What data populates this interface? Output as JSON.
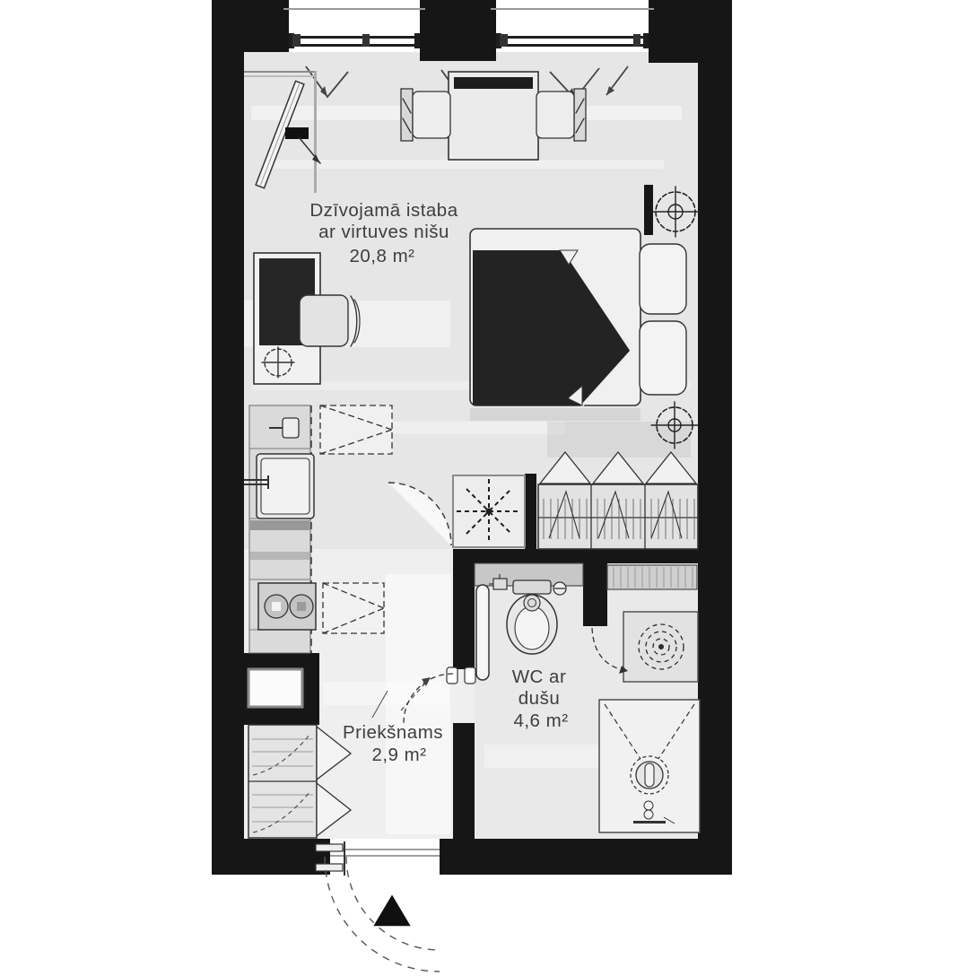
{
  "plan": {
    "rooms": {
      "living": {
        "name_line1": "Dzīvojamā istaba",
        "name_line2": "ar virtuves nišu",
        "area": "20,8 m²"
      },
      "wc": {
        "name_line1": "WC ar",
        "name_line2": "dušu",
        "area": "4,6 m²"
      },
      "hall": {
        "name": "Priekšnams",
        "area": "2,9 m²"
      }
    },
    "colors": {
      "wall": "#161616",
      "floor": "#e6e6e6",
      "hall_floor": "#efefef",
      "wc_floor": "#e9e9e9",
      "duvet": "#232323",
      "text": "#3e3e3e"
    },
    "icons": {
      "north_arrow": "filled triangle",
      "ventilation_shaft": "dashed asterisk in box",
      "ceiling_vent": "crosshair circle",
      "shower_drain": "spiral in square",
      "door_swing": "dashed quarter arc",
      "washing_machine": "dashed funnel with drum"
    }
  }
}
